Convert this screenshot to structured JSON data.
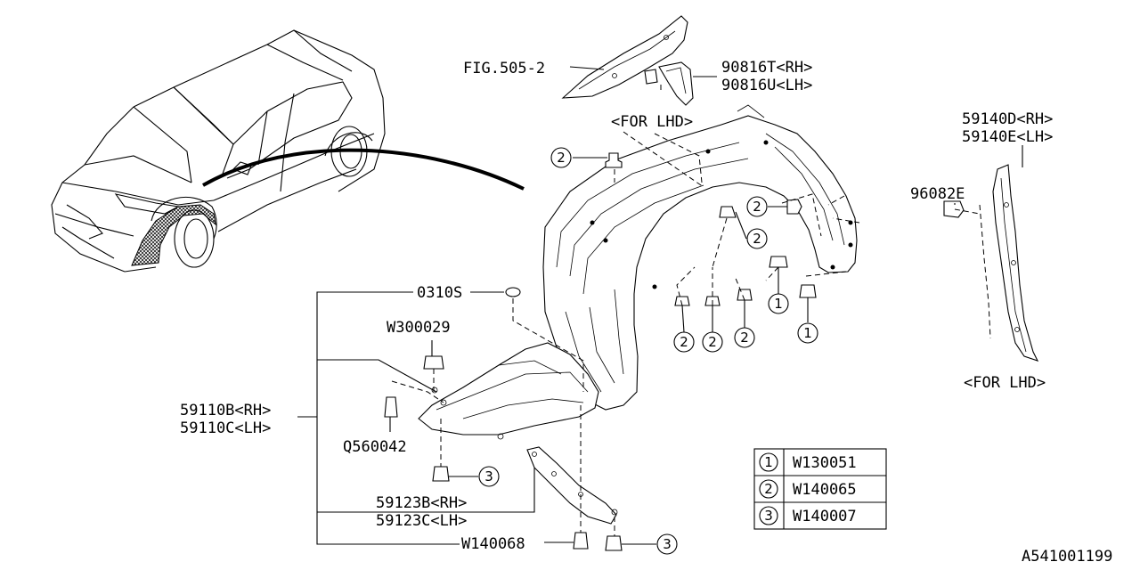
{
  "labels": {
    "fig": "FIG.505-2",
    "p90816t": "90816T<RH>",
    "p90816u": "90816U<LH>",
    "for_lhd_top": "<FOR LHD>",
    "p59140d": "59140D<RH>",
    "p59140e": "59140E<LH>",
    "p96082e": "96082E",
    "p0310s": "0310S",
    "w300029": "W300029",
    "p59110b": "59110B<RH>",
    "p59110c": "59110C<LH>",
    "q560042": "Q560042",
    "p59123b": "59123B<RH>",
    "p59123c": "59123C<LH>",
    "w140068": "W140068",
    "for_lhd_right": "<FOR LHD>",
    "diagram_id": "A541001199"
  },
  "callouts": {
    "c1": "1",
    "c2": "2",
    "c3": "3"
  },
  "legend": [
    {
      "num": "1",
      "part": "W130051"
    },
    {
      "num": "2",
      "part": "W140065"
    },
    {
      "num": "3",
      "part": "W140007"
    }
  ]
}
